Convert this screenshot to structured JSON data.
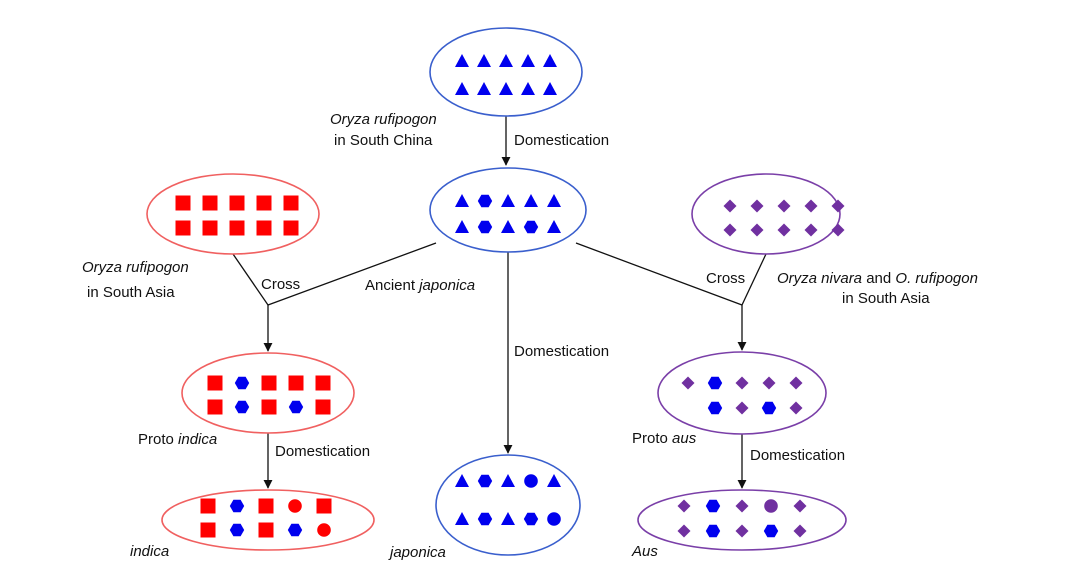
{
  "colors": {
    "blue": "#0000ee",
    "blue_stroke": "#3a5fcd",
    "red": "#ff0000",
    "red_stroke": "#f06060",
    "purple": "#7030a0",
    "purple_stroke": "#7a3fa8",
    "line": "#111111"
  },
  "nodes": {
    "wild_china": {
      "color": "blue",
      "rows": [
        [
          "triangle",
          "triangle",
          "triangle",
          "triangle",
          "triangle"
        ],
        [
          "triangle",
          "triangle",
          "triangle",
          "triangle",
          "triangle"
        ]
      ]
    },
    "ancient_japonica": {
      "color": "blue",
      "rows": [
        [
          "triangle",
          "hexagon",
          "triangle",
          "triangle",
          "triangle"
        ],
        [
          "triangle",
          "hexagon",
          "triangle",
          "hexagon",
          "triangle"
        ]
      ]
    },
    "wild_south_asia_rufipogon": {
      "color": "red",
      "rows": [
        [
          "square",
          "square",
          "square",
          "square",
          "square"
        ],
        [
          "square",
          "square",
          "square",
          "square",
          "square"
        ]
      ]
    },
    "wild_south_asia_nivara": {
      "color": "purple",
      "rows": [
        [
          "diamond",
          "diamond",
          "diamond",
          "diamond",
          "diamond"
        ],
        [
          "diamond",
          "diamond",
          "diamond",
          "diamond",
          "diamond"
        ]
      ]
    },
    "proto_indica": {
      "color": "red",
      "rows": [
        [
          "square:red",
          "hexagon:blue",
          "square:red",
          "square:red",
          "square:red"
        ],
        [
          "square:red",
          "hexagon:blue",
          "square:red",
          "hexagon:blue",
          "square:red"
        ]
      ]
    },
    "proto_aus": {
      "color": "purple",
      "rows": [
        [
          "diamond:purple",
          "hexagon:blue",
          "diamond:purple",
          "diamond:purple",
          "diamond:purple"
        ],
        [
          "",
          "hexagon:blue",
          "diamond:purple",
          "hexagon:blue",
          "diamond:purple"
        ]
      ]
    },
    "indica": {
      "color": "red",
      "rows": [
        [
          "square:red",
          "hexagon:blue",
          "square:red",
          "circle:red",
          "square:red"
        ],
        [
          "square:red",
          "hexagon:blue",
          "square:red",
          "hexagon:blue",
          "circle:red"
        ]
      ]
    },
    "japonica": {
      "color": "blue",
      "rows": [
        [
          "triangle:blue",
          "hexagon:blue",
          "triangle:blue",
          "circle:blue",
          "triangle:blue"
        ],
        [
          "triangle:blue",
          "hexagon:blue",
          "triangle:blue",
          "hexagon:blue",
          "circle:blue"
        ]
      ]
    },
    "aus": {
      "color": "purple",
      "rows": [
        [
          "diamond:purple",
          "hexagon:blue",
          "diamond:purple",
          "circle:purple",
          "diamond:purple"
        ],
        [
          "diamond:purple",
          "hexagon:blue",
          "diamond:purple",
          "hexagon:blue",
          "diamond:purple"
        ]
      ]
    }
  },
  "labels": {
    "wild_china_line1": "Oryza rufipogon",
    "wild_china_line2": "in South China",
    "domestication": "Domestication",
    "wild_sa_line1": "Oryza rufipogon",
    "wild_sa_line2": "in South Asia",
    "cross": "Cross",
    "ancient": "Ancient ",
    "ancient_it": "japonica",
    "nivara_it1": "Oryza nivara",
    "nivara_and": " and ",
    "nivara_it2": "O. rufipogon",
    "nivara_line2": "in South Asia",
    "proto": "Proto ",
    "proto_indica_it": "indica",
    "proto_aus_it": "aus",
    "indica": "indica",
    "japonica": "japonica",
    "aus": "Aus"
  }
}
